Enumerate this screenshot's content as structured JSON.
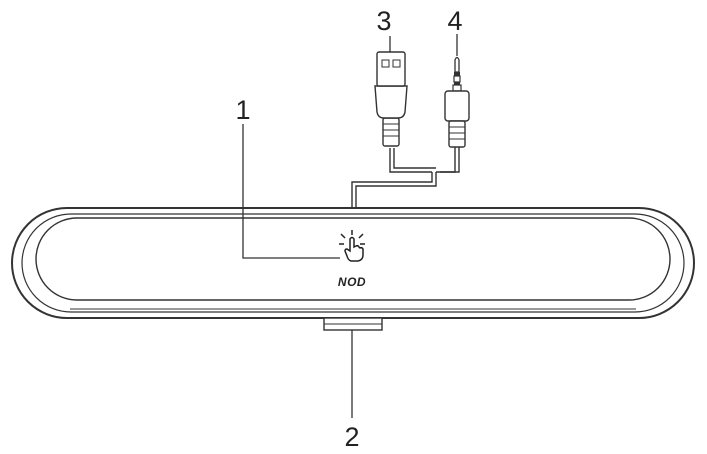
{
  "callouts": [
    {
      "id": "1",
      "label": "1"
    },
    {
      "id": "2",
      "label": "2"
    },
    {
      "id": "3",
      "label": "3"
    },
    {
      "id": "4",
      "label": "4"
    }
  ],
  "device": {
    "brand": "NOD",
    "icons": {
      "touch": "touch-hand-icon"
    }
  },
  "colors": {
    "line": "#333333",
    "fill": "#f2f2f2",
    "background": "#ffffff"
  }
}
